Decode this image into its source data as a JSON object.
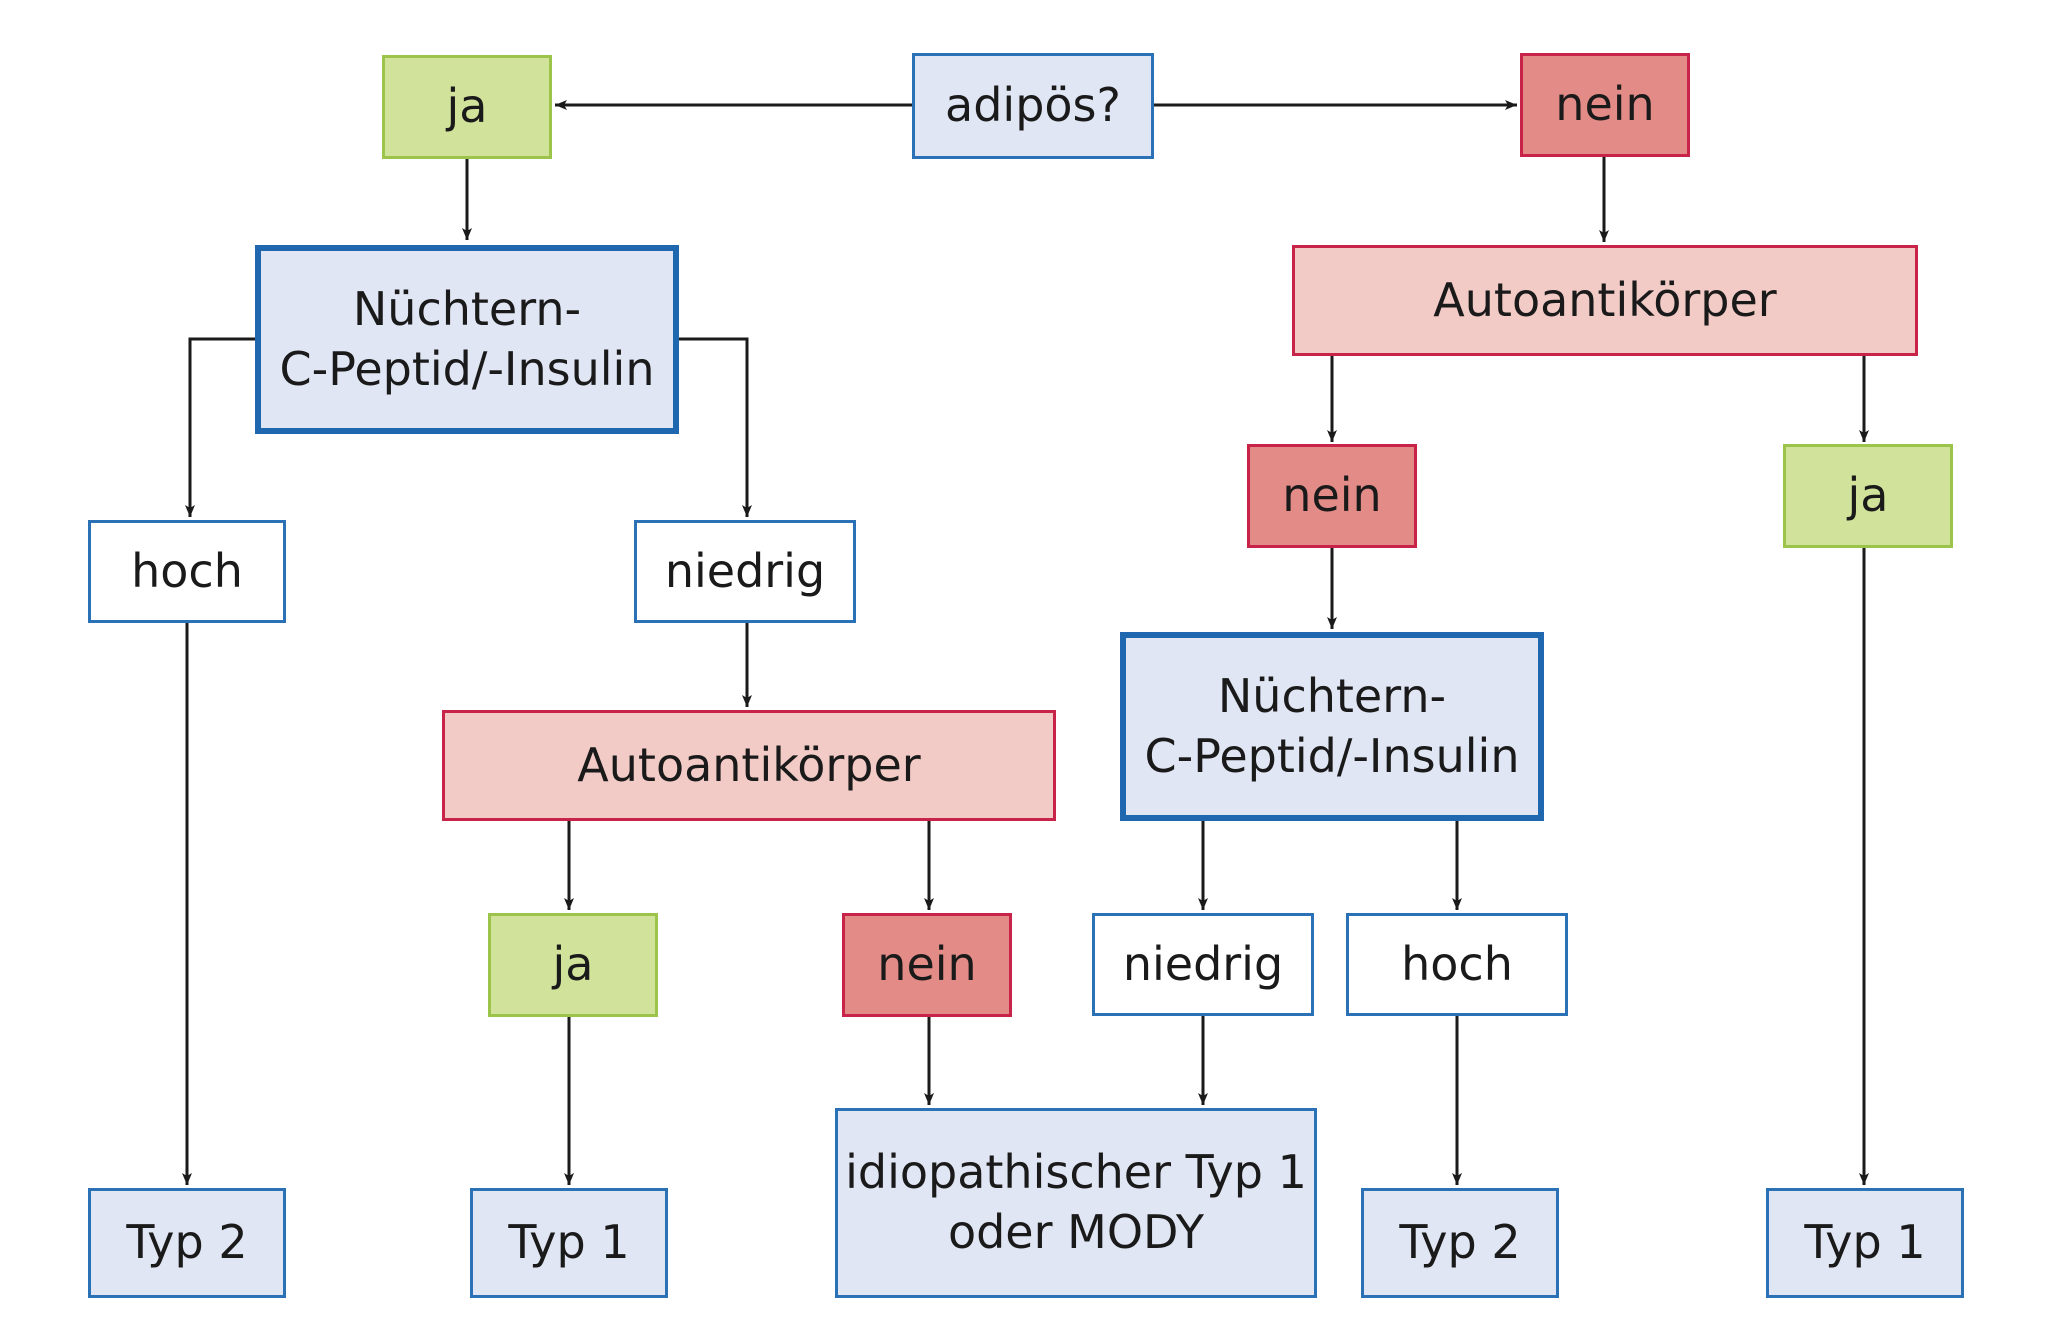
{
  "diagram": {
    "start": "adipös?",
    "yes": "ja",
    "no": "nein",
    "c_peptide_line1": "Nüchtern-",
    "c_peptide_line2": "C-Peptid/-Insulin",
    "autoantibodies": "Autoantikörper",
    "high": "hoch",
    "low": "niedrig",
    "type1": "Typ 1",
    "type2": "Typ 2",
    "idiopathic_line1": "idiopathischer Typ 1",
    "idiopathic_line2": "oder MODY"
  },
  "colors": {
    "question_fill": "#e1e6f4",
    "question_border": "#2a72b5",
    "yes_fill": "#d1e39b",
    "yes_border": "#9cc44a",
    "no_fill": "#e38b86",
    "no_border": "#c8244a",
    "autoantibody_fill": "#f3cbc6",
    "autoantibody_border": "#c8244a",
    "arrow": "#1a1a1a"
  }
}
